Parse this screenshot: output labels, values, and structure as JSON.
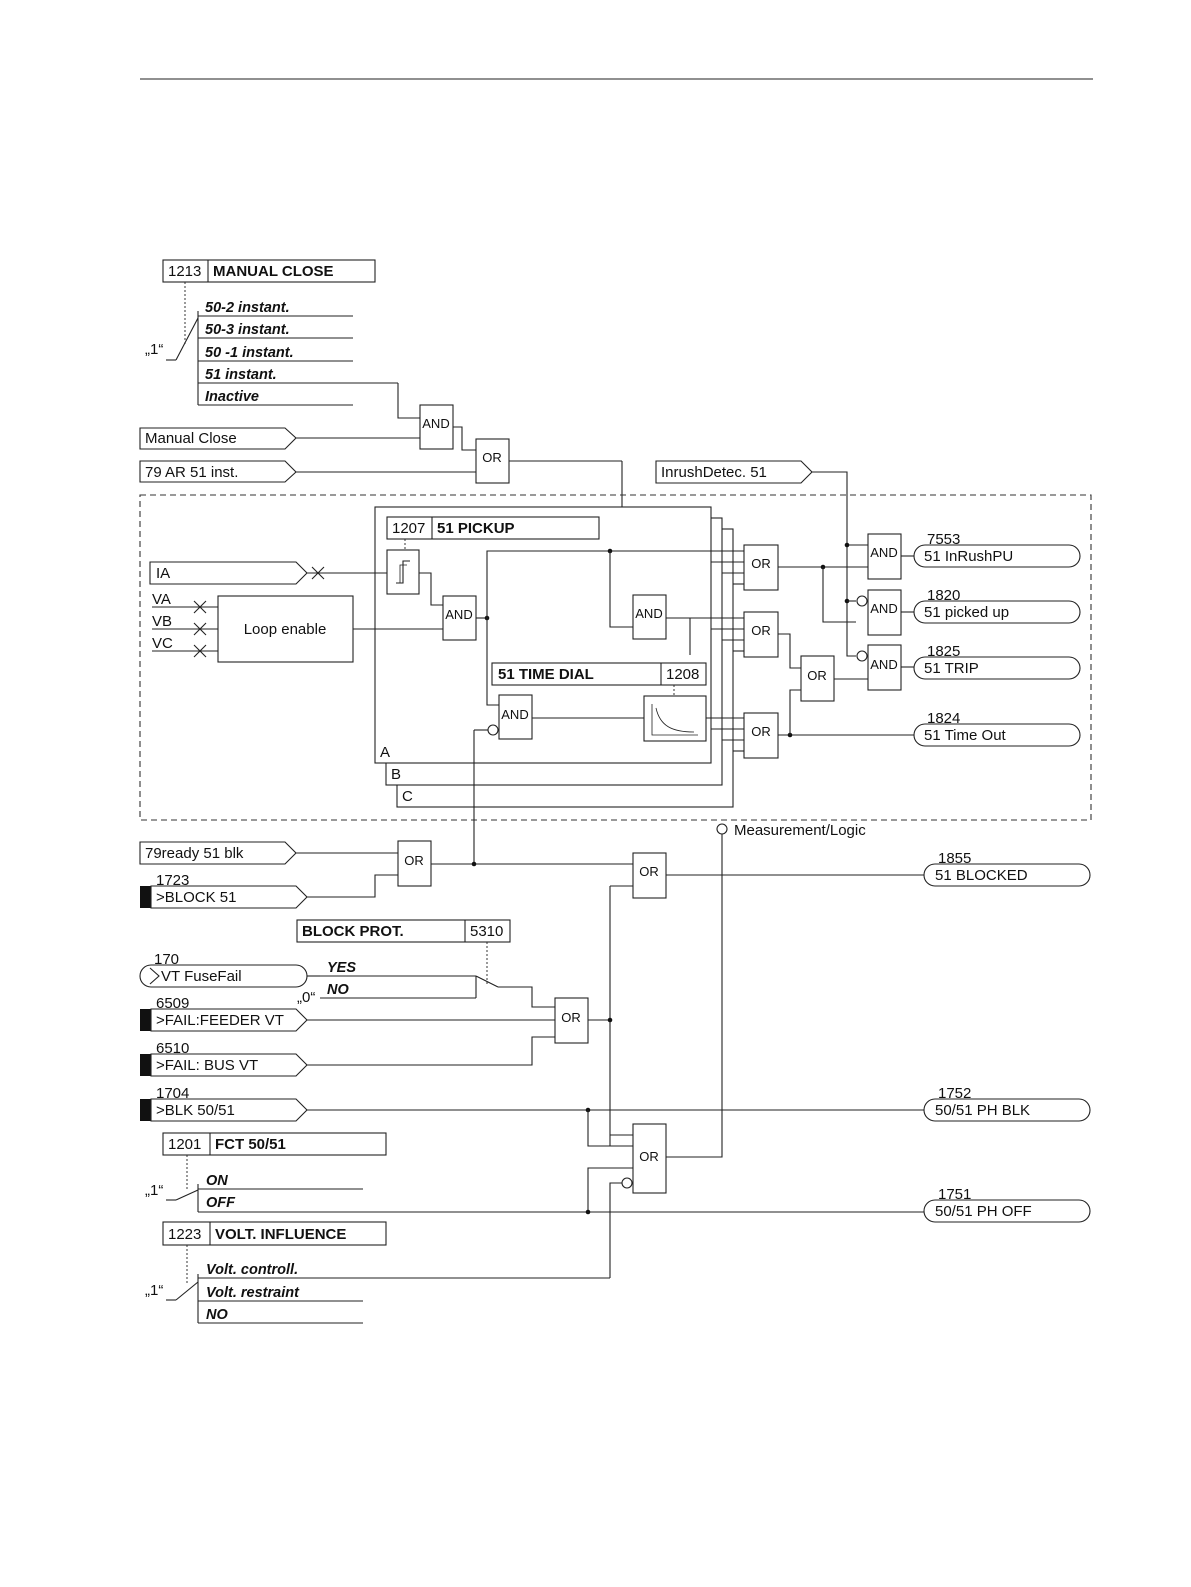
{
  "settings": {
    "manual_close": {
      "number": "1213",
      "title": "MANUAL CLOSE",
      "options": [
        "50-2 instant.",
        "50-3 instant.",
        "50 -1 instant.",
        "51 instant.",
        "Inactive"
      ],
      "default_mark": "„1“"
    },
    "pickup": {
      "number": "1207",
      "title": "51 PICKUP"
    },
    "time_dial": {
      "number": "1208",
      "title": "51 TIME DIAL"
    },
    "block_prot": {
      "number": "5310",
      "title": "BLOCK PROT.",
      "options": [
        "YES",
        "NO"
      ],
      "default_mark": "„0“"
    },
    "fct": {
      "number": "1201",
      "title": "FCT 50/51",
      "options": [
        "ON",
        "OFF"
      ],
      "default_mark": "„1“"
    },
    "volt_influence": {
      "number": "1223",
      "title": "VOLT. INFLUENCE",
      "options": [
        "Volt. controll.",
        "Volt. restraint",
        "NO"
      ],
      "default_mark": "„1“"
    }
  },
  "inputs": {
    "manual_close": "Manual Close",
    "ar_inst": "79 AR 51 inst.",
    "inrush": "InrushDetec. 51",
    "ia": "IA",
    "va": "VA",
    "vb": "VB",
    "vc": "VC",
    "ready_blk": "79ready 51 blk",
    "block51": {
      "number": "1723",
      "label": ">BLOCK 51"
    },
    "vt_fusefail": {
      "number": "170",
      "label": "VT FuseFail"
    },
    "fail_feeder": {
      "number": "6509",
      "label": ">FAIL:FEEDER VT"
    },
    "fail_bus": {
      "number": "6510",
      "label": ">FAIL: BUS VT"
    },
    "blk_5051": {
      "number": "1704",
      "label": ">BLK 50/51"
    }
  },
  "blocks": {
    "loop_enable": "Loop enable",
    "and": "AND",
    "or": "OR",
    "phase_a": "A",
    "phase_b": "B",
    "phase_c": "C",
    "measurement": "Measurement/Logic"
  },
  "outputs": {
    "inrush_pu": {
      "number": "7553",
      "label": "51 InRushPU"
    },
    "picked_up": {
      "number": "1820",
      "label": "51 picked up"
    },
    "trip": {
      "number": "1825",
      "label": "51 TRIP"
    },
    "time_out": {
      "number": "1824",
      "label": "51 Time Out"
    },
    "blocked": {
      "number": "1855",
      "label": "51 BLOCKED"
    },
    "ph_blk": {
      "number": "1752",
      "label": "50/51 PH BLK"
    },
    "ph_off": {
      "number": "1751",
      "label": "50/51 PH OFF"
    }
  }
}
